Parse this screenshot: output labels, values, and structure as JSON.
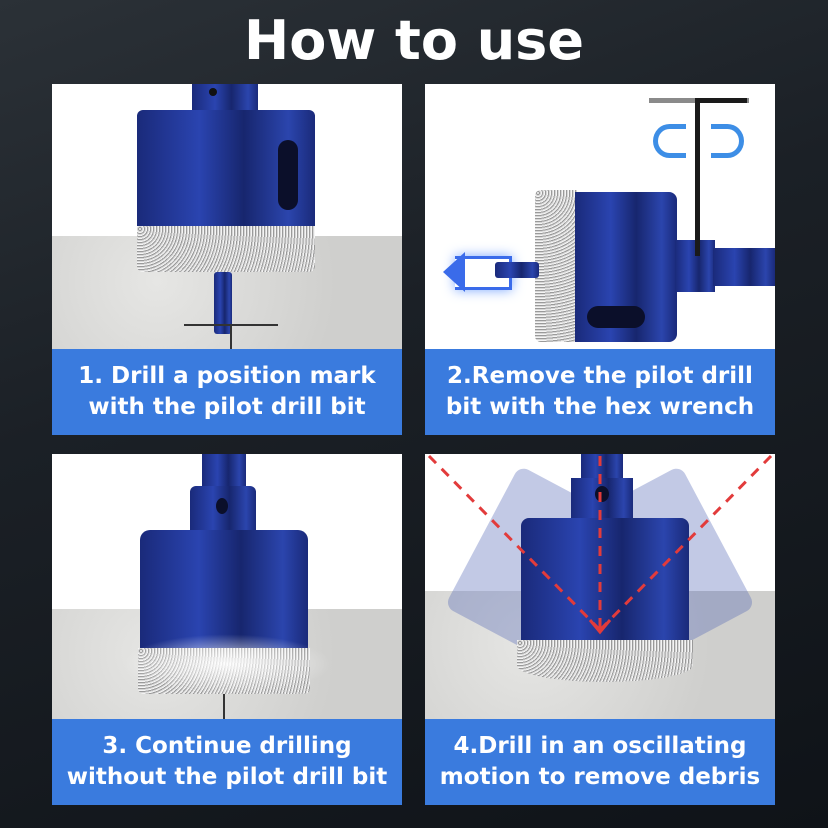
{
  "title": "How to use",
  "colors": {
    "caption_bg": "#3a7bde",
    "drill_blue": "#2a44b0",
    "background": "#1b2026",
    "guide_line_red": "#e23b3b"
  },
  "steps": [
    {
      "number": 1,
      "line1": "1. Drill a position mark",
      "line2": "with the pilot drill bit",
      "illustration": "drill-with-pilot-bit"
    },
    {
      "number": 2,
      "line1": "2.Remove the pilot drill",
      "line2": "bit with the hex wrench",
      "illustration": "hex-wrench-removal"
    },
    {
      "number": 3,
      "line1": "3. Continue drilling",
      "line2": "without the pilot drill bit",
      "illustration": "wet-drilling"
    },
    {
      "number": 4,
      "line1": "4.Drill in an oscillating",
      "line2": "motion to remove debris",
      "illustration": "oscillating-drilling"
    }
  ]
}
